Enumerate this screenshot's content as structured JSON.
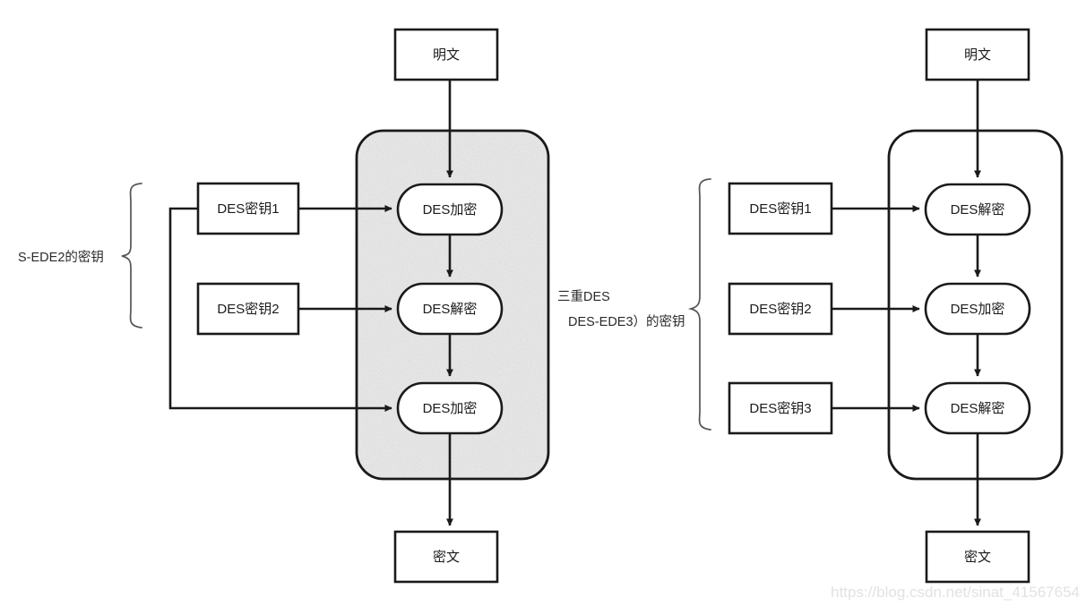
{
  "figure": {
    "title": "",
    "watermark": "https://blog.csdn.net/sinat_41567654"
  },
  "left_diagram": {
    "brace_label": "S-EDE2的密钥",
    "input_box": "明文",
    "output_box": "密文",
    "keys": [
      {
        "label": "DES密钥1"
      },
      {
        "label": "DES密钥2"
      }
    ],
    "stages": [
      {
        "label": "DES加密"
      },
      {
        "label": "DES解密"
      },
      {
        "label": "DES加密"
      }
    ],
    "panel_shaded": true
  },
  "center_label": {
    "line1": "三重DES",
    "line2": "DES-EDE3）的密钥"
  },
  "right_diagram": {
    "input_box": "明文",
    "output_box": "密文",
    "keys": [
      {
        "label": "DES密钥1"
      },
      {
        "label": "DES密钥2"
      },
      {
        "label": "DES密钥3"
      }
    ],
    "stages": [
      {
        "label": "DES解密"
      },
      {
        "label": "DES加密"
      },
      {
        "label": "DES解密"
      }
    ],
    "panel_shaded": false
  },
  "colors": {
    "stroke": "#1a1a1a",
    "panel_fill": "#e9e9e9",
    "node_fill": "#ffffff",
    "brace": "#555555",
    "watermark": "#e2e2e2"
  }
}
